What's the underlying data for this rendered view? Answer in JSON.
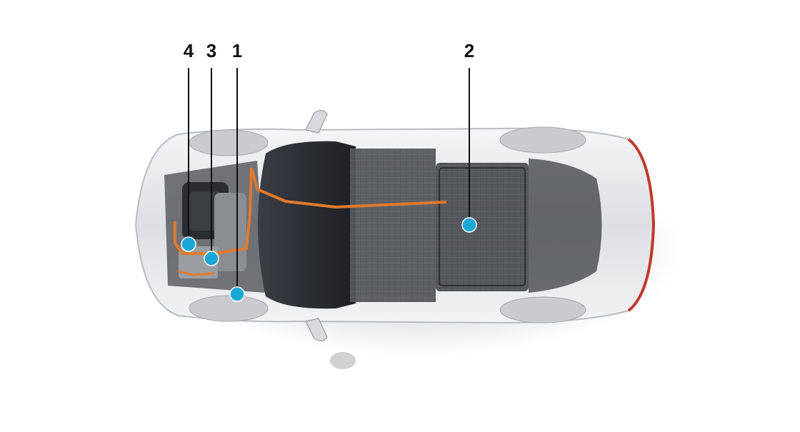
{
  "colors": {
    "marker": "#1aa7d6",
    "leader_line": "#111111",
    "cable": "#e07a2c",
    "body_paint": "#e9eaec",
    "glass": "#2a2d33",
    "battery": "#4a4d52",
    "background": "#ffffff"
  },
  "callouts": [
    {
      "number": "4"
    },
    {
      "number": "3"
    },
    {
      "number": "1"
    },
    {
      "number": "2"
    }
  ]
}
